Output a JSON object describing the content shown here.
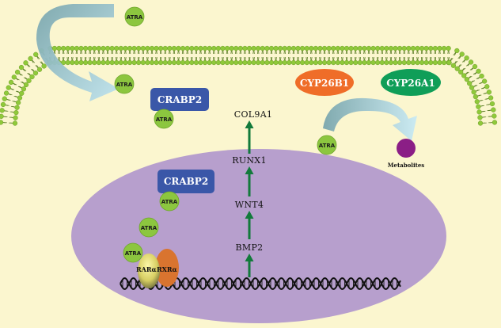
{
  "ligand": {
    "label": "ATRA",
    "color": "#8cc63f"
  },
  "crabp2": {
    "label": "CRABP2",
    "color": "#3a57a8"
  },
  "enzymes": {
    "cyp26b1": {
      "label": "CYP26B1",
      "color": "#ef6d28"
    },
    "cyp26a1": {
      "label": "CYP26A1",
      "color": "#0f9e58"
    }
  },
  "metabolites": {
    "label": "Metabolites",
    "color": "#8b1e86"
  },
  "receptors": {
    "rar": "RARα",
    "rxr": "RXRα"
  },
  "pathway": {
    "genes": [
      "BMP2",
      "WNT4",
      "RUNX1",
      "COL9A1"
    ],
    "arrow_color": "#127a3b"
  },
  "nucleus_color": "#b79fcd",
  "membrane_color": "#8fc93a"
}
